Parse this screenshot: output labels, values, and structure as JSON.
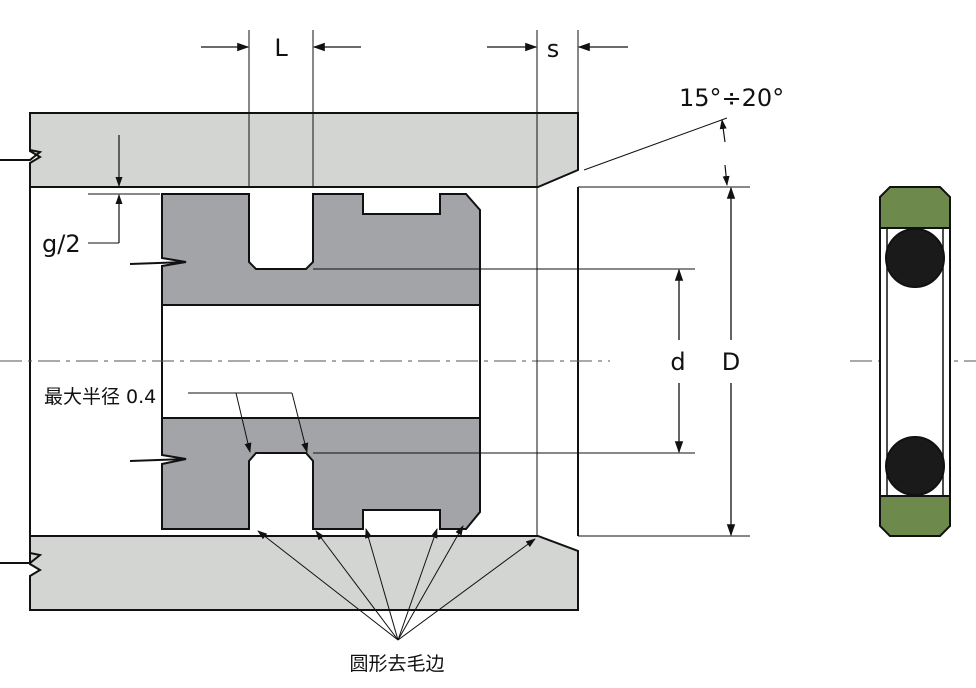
{
  "labels": {
    "L": "L",
    "s": "s",
    "angle": "15°÷20°",
    "g_half": "g/2",
    "d": "d",
    "D": "D",
    "max_radius": "最大半径 0.4",
    "round_deburr": "圆形去毛边"
  },
  "colors": {
    "housing": "#d3d5d2",
    "piston_section": "#a2a4a7",
    "outline": "#111111",
    "seal_green": "#6d8a4c",
    "oring": "#1a1a1a"
  }
}
